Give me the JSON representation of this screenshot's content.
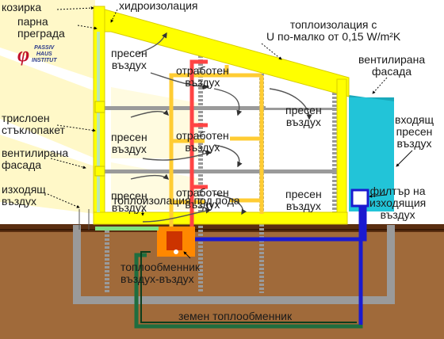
{
  "labels": {
    "shade": "козирка",
    "vapor_barrier": [
      "парна",
      "преграда"
    ],
    "waterproofing": "хидроизолация",
    "roof_insulation": [
      "топлоизолация с",
      "U по-малко от 0,15 W/m²K"
    ],
    "ventilated_facade_right": [
      "вентилирана",
      "фасада"
    ],
    "incoming_fresh_air": [
      "входящ",
      "пресен",
      "въздух"
    ],
    "triple_glazing": [
      "трислоен",
      "стъклопакет"
    ],
    "ventilated_facade_left": [
      "вентилирана",
      "фасада"
    ],
    "outgoing_air": [
      "изходящ",
      "въздух"
    ],
    "exhaust_filter": [
      "филтър на",
      "изходящия",
      "въздух"
    ],
    "floor_insulation": "топлоизолация под пода",
    "air_heat_exchanger": [
      "топлообменник",
      "въздух-въздух"
    ],
    "ground_heat_exchanger": "земен топлообменник",
    "fresh_air": [
      "пресен",
      "въздух"
    ],
    "exhaust_air": [
      "отработен",
      "въздух"
    ]
  },
  "logo": {
    "mark": "φ",
    "lines": [
      "PASSIV",
      "HAUS",
      "INSTITUT"
    ]
  },
  "colors": {
    "insulation": "#ffff00",
    "fresh_air": "#ffcc33",
    "exhaust_air": "#ff4444",
    "incoming_duct": "#1a1ad0",
    "ground_duct": "#1f6e3f",
    "soil": "#a06a3a",
    "facade": "#22c4d8",
    "structure": "#9a9a9a",
    "sunlight": "#fff8c8"
  }
}
